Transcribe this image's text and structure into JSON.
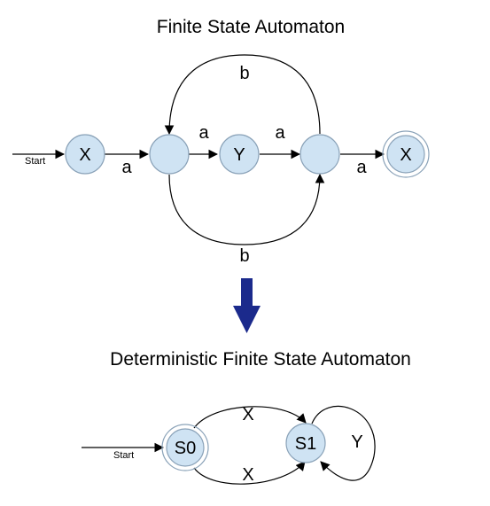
{
  "nfa": {
    "title": "Finite State Automaton",
    "start_label": "Start",
    "states": {
      "first": "X",
      "middle": "Y",
      "final": "X"
    },
    "edges": {
      "e1": "a",
      "e2": "a",
      "e3": "a",
      "e4": "a",
      "back": "b",
      "skip": "b"
    }
  },
  "dfa": {
    "title": "Deterministic Finite State Automaton",
    "start_label": "Start",
    "states": {
      "s0": "S0",
      "s1": "S1"
    },
    "edges": {
      "top": "X",
      "bottom": "X",
      "loop": "Y"
    }
  },
  "colors": {
    "node_fill": "#cfe3f3",
    "node_stroke": "#8aa2b8",
    "arrow": "#1b2a8c"
  }
}
